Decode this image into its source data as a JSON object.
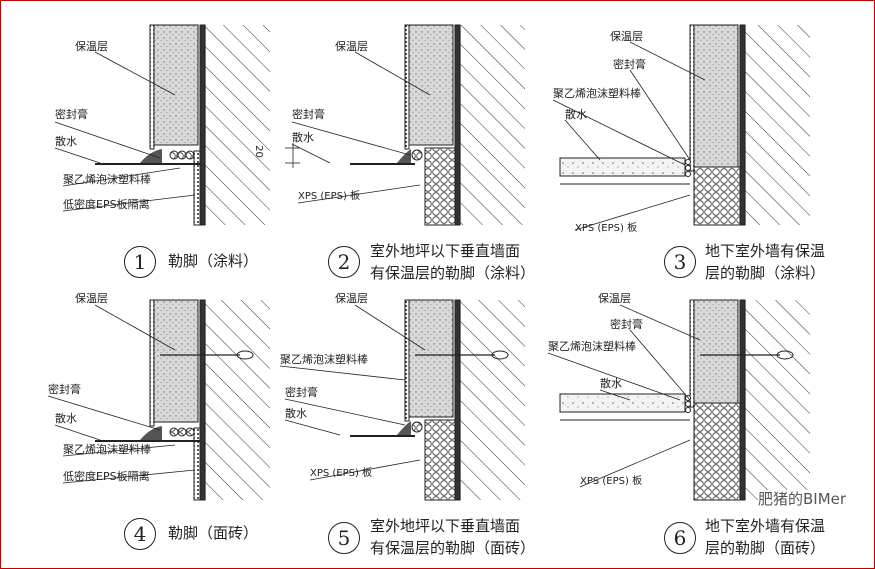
{
  "labels": {
    "insulation": "保温层",
    "sealant": "密封膏",
    "apron": "散水",
    "pe_rod": "聚乙烯泡沫塑料棒",
    "eps_isolation": "低密度EPS板隔离",
    "xps": "XPS (EPS) 板",
    "dim": "20"
  },
  "panels": [
    {
      "num": "1",
      "title": [
        "勒脚（涂料）"
      ]
    },
    {
      "num": "2",
      "title": [
        "室外地坪以下垂直墙面",
        "有保温层的勒脚（涂料）"
      ]
    },
    {
      "num": "3",
      "title": [
        "地下室外墙有保温",
        "层的勒脚（涂料）"
      ]
    },
    {
      "num": "4",
      "title": [
        "勒脚（面砖）"
      ]
    },
    {
      "num": "5",
      "title": [
        "室外地坪以下垂直墙面",
        "有保温层的勒脚（面砖）"
      ]
    },
    {
      "num": "6",
      "title": [
        "地下室外墙有保温",
        "层的勒脚（面砖）"
      ]
    }
  ],
  "watermark": "肥猪的BIMer"
}
